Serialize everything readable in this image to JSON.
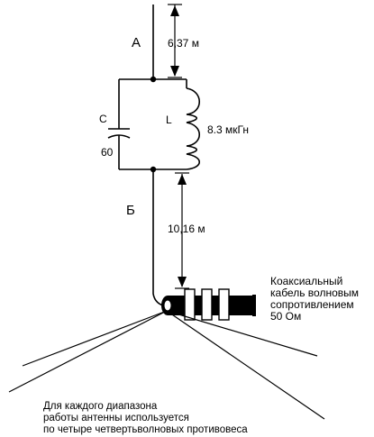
{
  "labels": {
    "upper_wire": "А",
    "lower_wire": "Б",
    "capacitor": "С",
    "capacitor_value": "60",
    "inductor": "L",
    "inductor_value": "8.3 мкГн",
    "upper_length": "6,37 м",
    "lower_length": "10,16 м"
  },
  "cable_note": [
    "Коаксиальный",
    "кабель волновым",
    "сопротивлением",
    "50 Ом"
  ],
  "counterpoise_note": [
    "Для каждого диапазона",
    "работы антенны используется",
    "по четыре четвертьволновых противовеса"
  ],
  "colors": {
    "line": "#000000",
    "background": "#ffffff"
  }
}
